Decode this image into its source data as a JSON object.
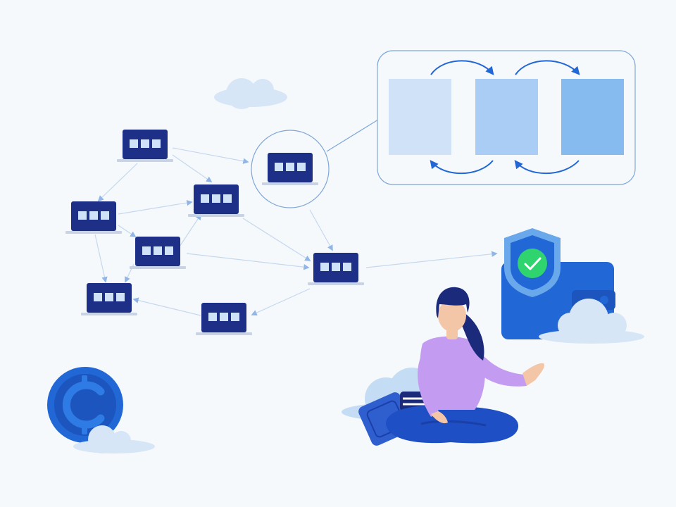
{
  "palette": {
    "background": "#f6f9fc",
    "navy": "#1b2a7a",
    "laptop_screen": "#1e2f87",
    "laptop_base": "#c9d3e6",
    "block_light": "#cfe2f8",
    "block_mid": "#a9cdf4",
    "block_dark": "#86bbf0",
    "accent_blue": "#2167d6",
    "cloud": "#cfe1f5",
    "shield_green": "#2fd46f",
    "shirt_purple": "#c39cf2",
    "pants_blue": "#1e4fc4",
    "skin": "#f4c6a8"
  },
  "network": {
    "node_count": 8,
    "icon": "laptop-icon"
  },
  "blockchain_panel": {
    "block_count": 3,
    "icon": "block-chain-icon"
  },
  "coin": {
    "icon": "coin-icon"
  },
  "wallet": {
    "icon": "wallet-icon",
    "shield_icon": "shield-check-icon"
  },
  "person": {
    "icon": "seated-woman-illustration"
  }
}
